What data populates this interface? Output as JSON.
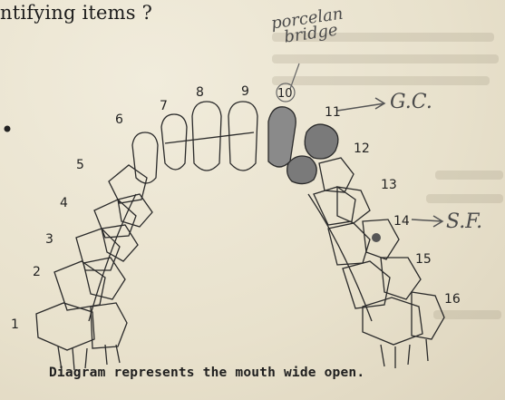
{
  "heading": "ntifying items ?",
  "handwritten": {
    "porcelain_line1": "porcelan",
    "porcelain_line2": "bridge",
    "gc": "G.C.",
    "sf": "S.F."
  },
  "tooth_numbers": [
    "1",
    "2",
    "3",
    "4",
    "5",
    "6",
    "7",
    "8",
    "9",
    "10",
    "11",
    "12",
    "13",
    "14",
    "15",
    "16"
  ],
  "caption": "Diagram represents the mouth wide open."
}
